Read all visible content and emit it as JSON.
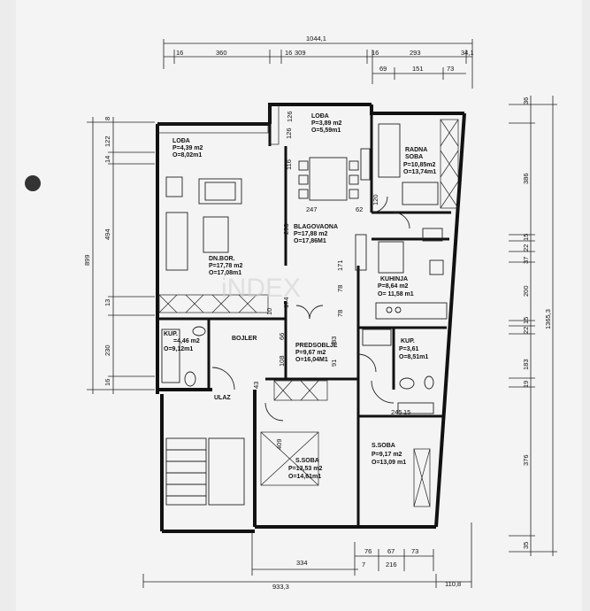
{
  "dims_top": {
    "total": "1044,1",
    "row1": [
      "16",
      "360",
      "16",
      "309",
      "16",
      "293",
      "34,1"
    ],
    "row2": [
      "69",
      "151",
      "73"
    ]
  },
  "dims_left": [
    "8",
    "122",
    "14",
    "494",
    "899",
    "13",
    "230",
    "16"
  ],
  "dims_right": {
    "total": "1365,3",
    "segments": [
      "36",
      "386",
      "15",
      "22",
      "37",
      "200",
      "15",
      "22",
      "183",
      "19",
      "376",
      "35"
    ]
  },
  "dims_bottom": {
    "total": "933,3",
    "right": "110,8",
    "segment": "334",
    "row1": [
      "76",
      "67",
      "73"
    ],
    "row2": [
      "7",
      "216"
    ]
  },
  "rooms": {
    "loda_top": {
      "name": "LOĐA",
      "area": "P=3,89 m2",
      "perim": "O=5,59m1"
    },
    "loda_left": {
      "name": "LOĐA",
      "area": "P=4,39 m2",
      "perim": "O=8,02m1"
    },
    "radna_soba": {
      "name": "RADNA",
      "name2": "SOBA",
      "area": "P=10,85m2",
      "perim": "O=13,74m1"
    },
    "blagovaona": {
      "name": "BLAGOVAONA",
      "area": "P=17,88 m2",
      "perim": "O=17,86M1"
    },
    "dn_bor": {
      "name": "DN.BOR.",
      "area": "P=17,78 m2",
      "perim": "O=17,08m1"
    },
    "kuhinja": {
      "name": "KUHINJA",
      "area": "P=8,64 m2",
      "perim": "O= 11,58 m1"
    },
    "kup_left": {
      "name": "KUP.",
      "area": "=4,46 m2",
      "perim": "O=9,12m1"
    },
    "bojler": {
      "name": "BOJLER"
    },
    "predsoblje": {
      "name": "PREDSOBLJE",
      "area": "P=9,67 m2",
      "perim": "O=16,04M1"
    },
    "kup_right": {
      "name": "KUP.",
      "area": "P=3,61",
      "perim": "O=8,51m1"
    },
    "ulaz": {
      "name": "ULAZ"
    },
    "s_soba_left": {
      "name": "S.SOBA",
      "area": "P=13,53 m2",
      "perim": "O=14,61m1"
    },
    "s_soba_right": {
      "name": "S.SOBA",
      "area": "P=9,17 m2",
      "perim": "O=13,09 m1"
    }
  },
  "inner_dims": [
    "126",
    "116",
    "247",
    "62",
    "120",
    "293",
    "171",
    "78",
    "174",
    "10",
    "78",
    "66",
    "83",
    "108",
    "91",
    "43",
    "409",
    "245",
    "15"
  ],
  "watermark": "iNDEX"
}
